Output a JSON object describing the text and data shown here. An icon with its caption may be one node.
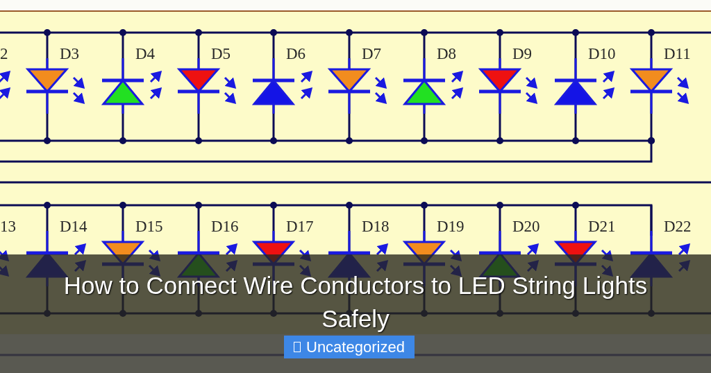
{
  "diagram": {
    "title": "How to Connect Wire Conductors to LED String Lights Safely",
    "labels": [
      "2",
      "D3",
      "D4",
      "D5",
      "D6",
      "D7",
      "D8",
      "D9",
      "D10",
      "D11",
      "13",
      "D14",
      "D15",
      "D16",
      "D17",
      "D18",
      "D19",
      "D20",
      "D21",
      "D22",
      "Uncategorized"
    ]
  }
}
